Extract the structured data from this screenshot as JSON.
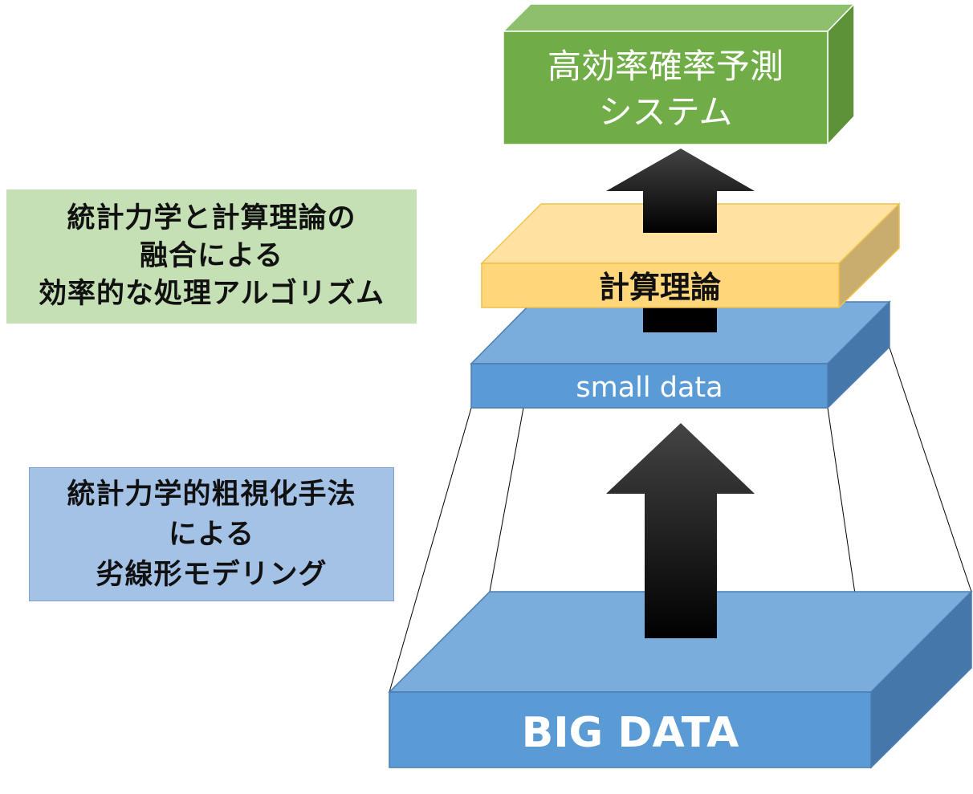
{
  "layers": {
    "top_system": {
      "line1": "高効率確率予測",
      "line2": "システム",
      "color": "#70ad47"
    },
    "computation": {
      "label": "計算理論",
      "color": "#ffd966"
    },
    "small_data": {
      "label": "small data",
      "color": "#5b9bd5"
    },
    "big_data": {
      "label": "BIG DATA",
      "color": "#5b9bd5"
    }
  },
  "notes": {
    "upper": {
      "lines": [
        "統計力学と計算理論の",
        "融合による",
        "効率的な処理アルゴリズム"
      ],
      "color": "#c5e0b4"
    },
    "lower": {
      "lines": [
        "統計力学的粗視化手法",
        "による",
        "劣線形モデリング"
      ],
      "color": "#a4c2e6"
    }
  }
}
